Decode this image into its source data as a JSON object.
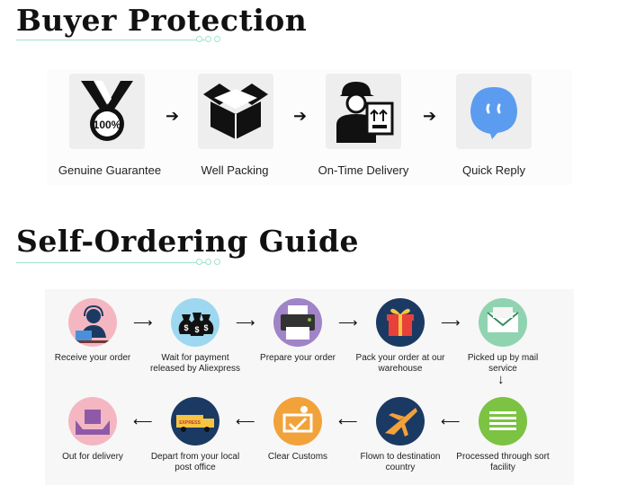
{
  "buyer_protection": {
    "title": "Buyer Protection",
    "items": [
      {
        "label": "Genuine Guarantee",
        "icon": "medal-100-icon",
        "badge": "100%"
      },
      {
        "label": "Well Packing",
        "icon": "package-box-icon"
      },
      {
        "label": "On-Time Delivery",
        "icon": "delivery-man-icon"
      },
      {
        "label": "Quick Reply",
        "icon": "chat-bubble-icon"
      }
    ]
  },
  "self_ordering": {
    "title": "Self-Ordering Guide",
    "steps": [
      {
        "label": "Receive your order",
        "icon": "customer-service-icon"
      },
      {
        "label": "Wait for payment released by Aliexpress",
        "icon": "money-bags-icon"
      },
      {
        "label": "Prepare your order",
        "icon": "printer-icon"
      },
      {
        "label": "Pack your order at our warehouse",
        "icon": "gift-box-icon"
      },
      {
        "label": "Picked up by mail service",
        "icon": "mail-envelope-icon"
      },
      {
        "label": "Processed through sort facility",
        "icon": "sorting-lines-icon"
      },
      {
        "label": "Flown to destination country",
        "icon": "airplane-icon"
      },
      {
        "label": "Clear Customs",
        "icon": "customs-icon"
      },
      {
        "label": "Depart from your local post office",
        "icon": "delivery-truck-icon",
        "truck_text": "EXPRESS"
      },
      {
        "label": "Out for delivery",
        "icon": "hands-box-icon"
      }
    ]
  },
  "colors": {
    "accent_rule": "#9fe3cf",
    "chat_blue": "#5b9cf0",
    "pink": "#f4b7c2",
    "sky": "#9ed8f0",
    "violet": "#a084c8",
    "green": "#7cc243",
    "navy": "#1b3a63",
    "orange": "#f2a23a",
    "mint": "#8fd3b0"
  }
}
